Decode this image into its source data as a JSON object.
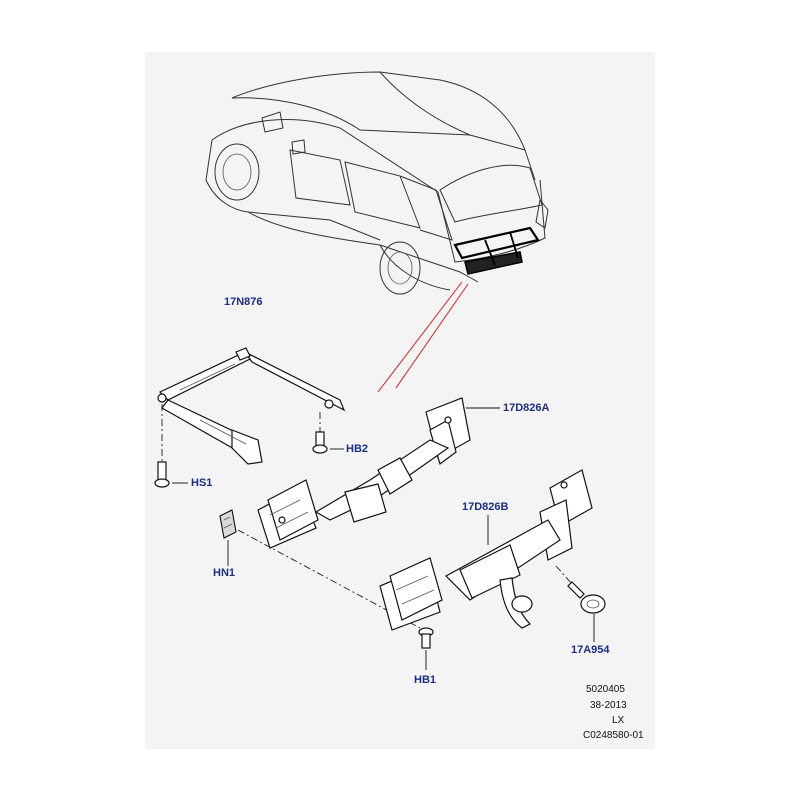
{
  "labels": {
    "crossbar": "17N876",
    "bolt_hb2": "HB2",
    "bolt_hs1": "HS1",
    "nut_hn1": "HN1",
    "towbar_upper": "17D826A",
    "towbar_lower": "17D826B",
    "tow_eye": "17A954",
    "bolt_hb1": "HB1"
  },
  "reference": {
    "line1": "5020405",
    "line2": "38-2013",
    "line3": "LX",
    "line4": "C0248580-01"
  }
}
